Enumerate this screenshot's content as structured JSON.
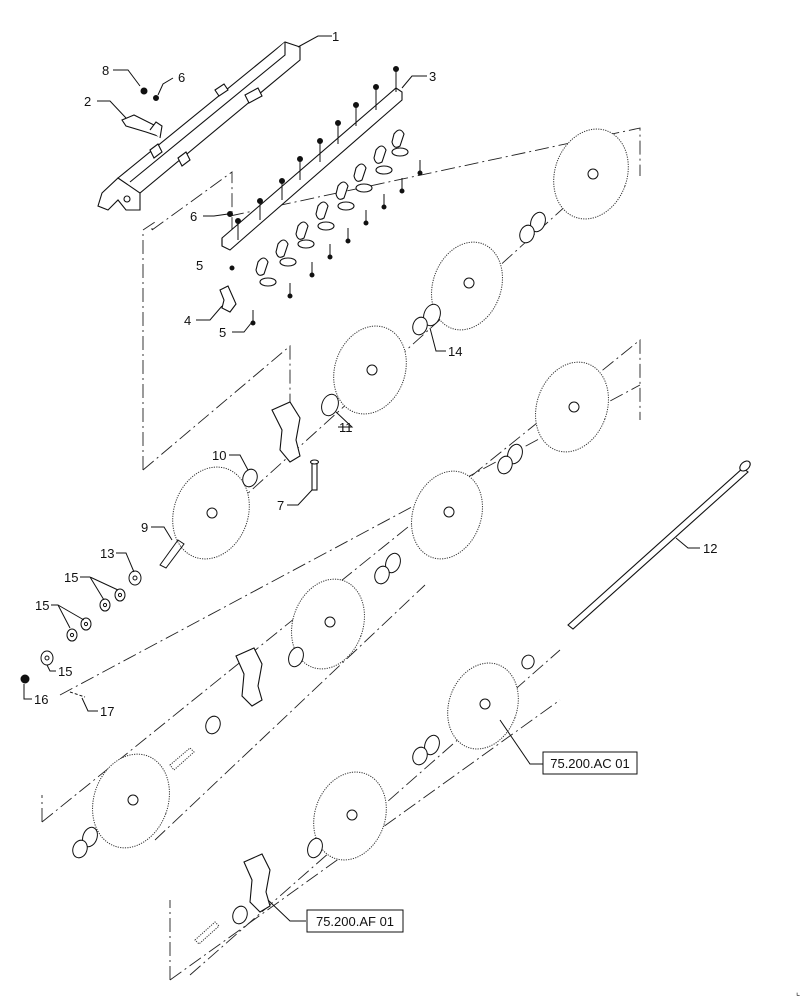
{
  "callouts": [
    "1",
    "2",
    "3",
    "4",
    "5",
    "5",
    "6",
    "6",
    "7",
    "8",
    "9",
    "10",
    "11",
    "12",
    "13",
    "14",
    "15",
    "15",
    "15",
    "16",
    "17"
  ],
  "references": {
    "ac": "75.200.AC 01",
    "af": "75.200.AF 01"
  }
}
